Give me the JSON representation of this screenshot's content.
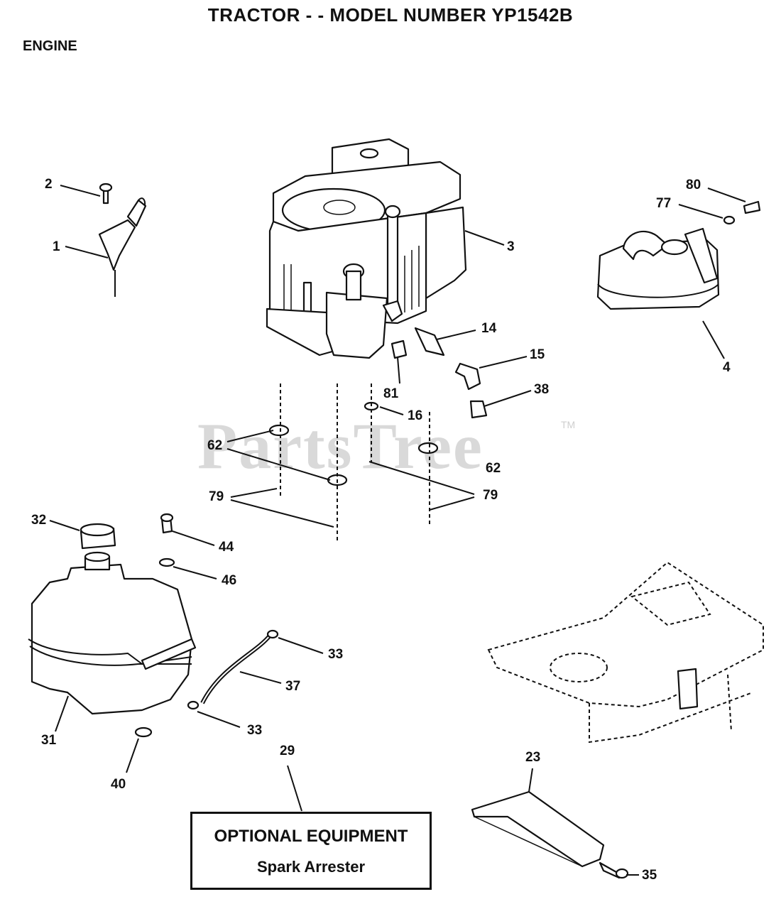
{
  "header": {
    "title": "TRACTOR - - MODEL NUMBER YP1542B",
    "section": "ENGINE"
  },
  "watermark": {
    "text": "PartsTree",
    "tm": "TM"
  },
  "callouts": {
    "c2": "2",
    "c1": "1",
    "c3": "3",
    "c80": "80",
    "c77": "77",
    "c4": "4",
    "c14": "14",
    "c15": "15",
    "c81": "81",
    "c38": "38",
    "c16": "16",
    "c62a": "62",
    "c62b": "62",
    "c79a": "79",
    "c79b": "79",
    "c32": "32",
    "c44": "44",
    "c46": "46",
    "c33a": "33",
    "c37": "37",
    "c33b": "33",
    "c31": "31",
    "c40": "40",
    "c29": "29",
    "c23": "23",
    "c35": "35"
  },
  "optional_box": {
    "title": "OPTIONAL EQUIPMENT",
    "subtitle": "Spark Arrester"
  }
}
